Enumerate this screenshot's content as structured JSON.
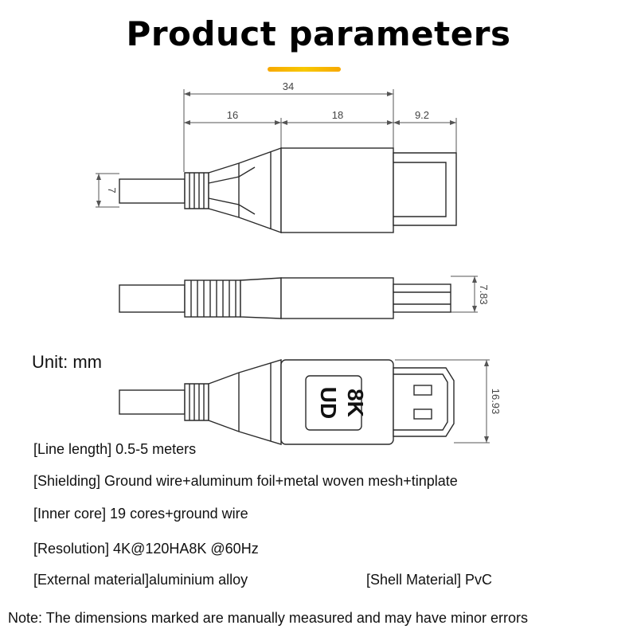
{
  "title": "Product parameters",
  "colors": {
    "accent": "#f7b500",
    "line": "#2a2a2a",
    "dimension": "#555555"
  },
  "dimensions": {
    "overall_length": "34",
    "cable_section": "16",
    "body_section": "18",
    "plug_section": "9.2",
    "cable_diameter": "7",
    "side_thickness": "7.83",
    "plug_width": "16.93"
  },
  "logo": {
    "line1": "8K",
    "line2": "UD"
  },
  "unit": "Unit: mm",
  "specs": {
    "line_length": "[Line length] 0.5-5 meters",
    "shielding": "[Shielding] Ground wire+aluminum foil+metal woven mesh+tinplate",
    "inner_core": "[Inner core] 19 cores+ground wire",
    "resolution": "[Resolution] 4K@120HA8K @60Hz",
    "external_material": "[External material]aluminium alloy",
    "shell_material": "[Shell Material] PvC"
  },
  "note": "Note: The dimensions marked are manually measured and may have minor errors"
}
